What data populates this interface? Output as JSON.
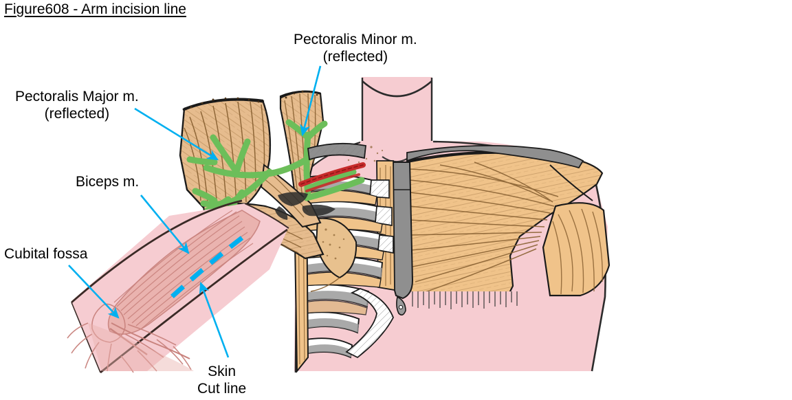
{
  "figure": {
    "title": "Figure608 - Arm incision line"
  },
  "labels": [
    {
      "id": "pectoralis-major",
      "line1": "Pectoralis Major m.",
      "line2": "(reflected)"
    },
    {
      "id": "pectoralis-minor",
      "line1": "Pectoralis Minor m.",
      "line2": "(reflected)"
    },
    {
      "id": "biceps",
      "line1": "Biceps m.",
      "line2": ""
    },
    {
      "id": "cubital-fossa",
      "line1": "Cubital fossa",
      "line2": ""
    },
    {
      "id": "skin-cut-line",
      "line1": "Skin",
      "line2": "Cut line"
    }
  ],
  "colors": {
    "background": "#ffffff",
    "text": "#000000",
    "leader_line": "#00b0f0",
    "cut_line": "#00b0f0",
    "skin": "#f6ccd1",
    "skin_shadow": "#edb9bf",
    "muscle": "#f0c38a",
    "muscle_dark": "#8a6233",
    "muscle_reflected": "#e6bc8e",
    "nerve": "#6cbe5a",
    "artery": "#c62b2b",
    "bone": "#ffffff",
    "bone_shadow": "#9a9a9a",
    "outline": "#1a1a1a",
    "arm_muscle": "#e9b1ad"
  },
  "illustration": {
    "title": "Anterior chest wall dissection with reflected pectoral muscles and arm",
    "regions": [
      "neck",
      "thorax-skin",
      "ribcage",
      "sternum",
      "pectoralis-major-intact-right",
      "pectoralis-major-reflected-left",
      "pectoralis-minor-reflected",
      "pectoral-nerves",
      "thoracoacromial-artery",
      "upper-limb-skin",
      "biceps-brachii",
      "cubital-fossa",
      "skin-incision-dashed-line"
    ]
  }
}
